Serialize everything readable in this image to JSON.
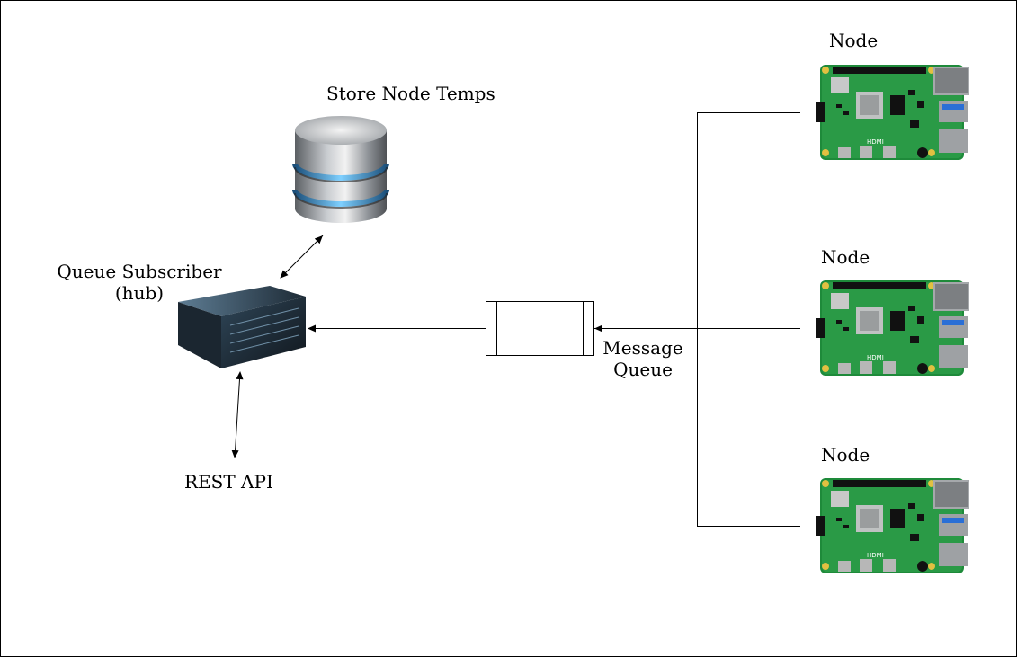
{
  "labels": {
    "db": "Store Node Temps",
    "hub_line1": "Queue Subscriber",
    "hub_line2": "(hub)",
    "api": "REST API",
    "queue_line1": "Message",
    "queue_line2": "Queue",
    "node1": "Node",
    "node2": "Node",
    "node3": "Node"
  },
  "icons": {
    "db": "database-icon",
    "hub": "server-icon",
    "nodes": "raspberry-pi-board-icon"
  }
}
